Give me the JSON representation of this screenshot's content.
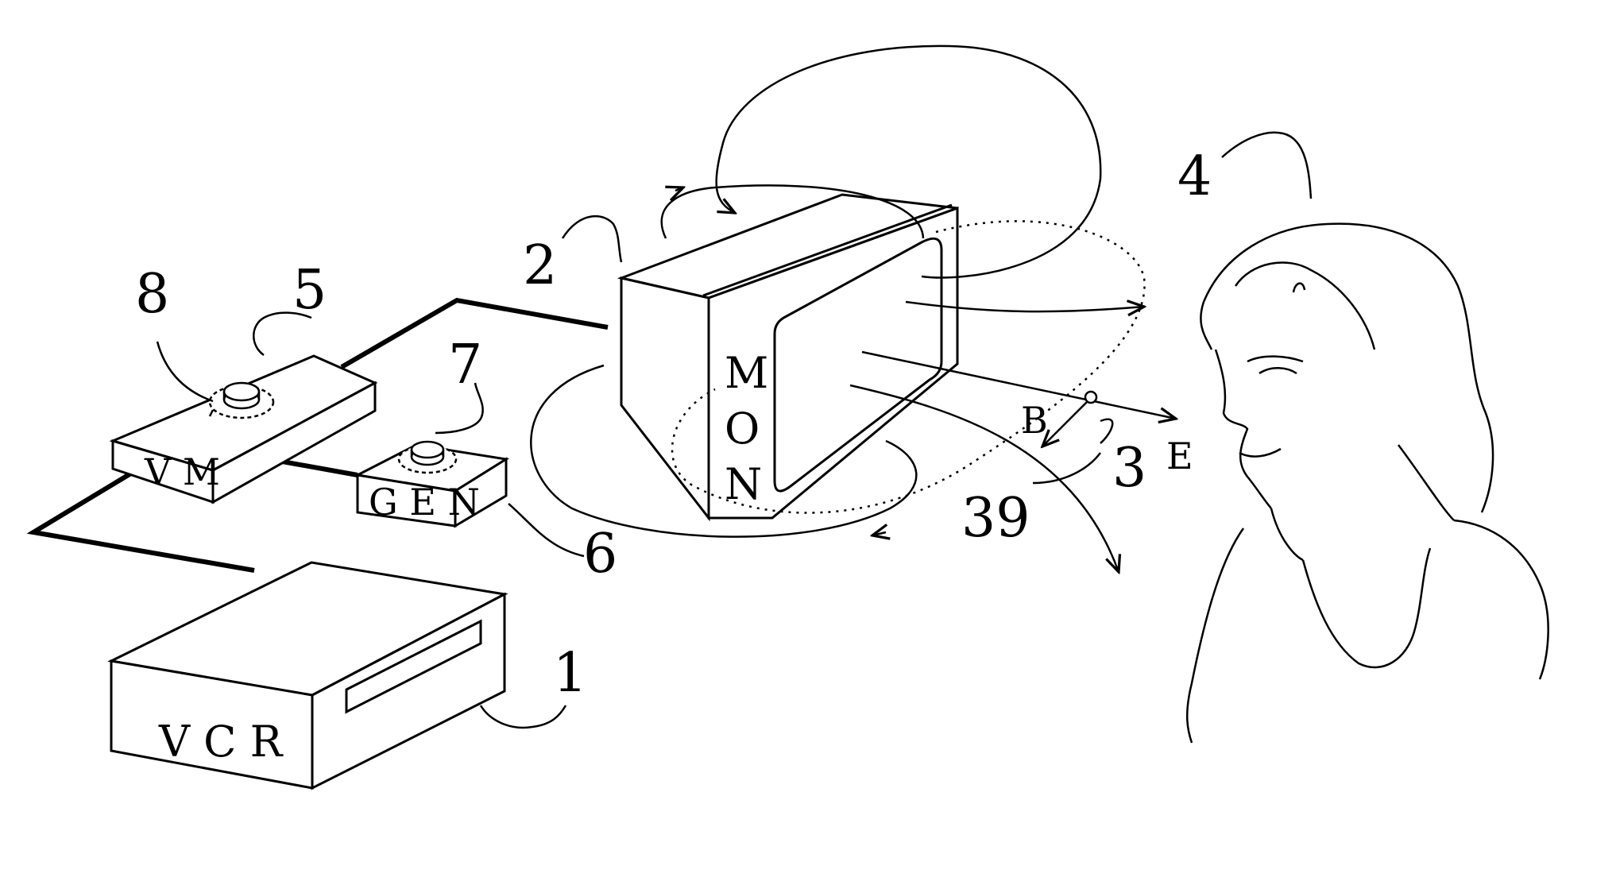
{
  "devices": {
    "vcr": "V C R",
    "vm": "V M",
    "gen": "G E N",
    "mon": [
      "M",
      "O",
      "N"
    ]
  },
  "field_labels": {
    "b": "B",
    "e": "E"
  },
  "reference_numerals": {
    "n1": "1",
    "n2": "2",
    "n3": "3",
    "n4": "4",
    "n5": "5",
    "n6": "6",
    "n7": "7",
    "n8": "8",
    "n39": "39"
  },
  "colors": {
    "ink": "#000000",
    "background": "#ffffff"
  }
}
